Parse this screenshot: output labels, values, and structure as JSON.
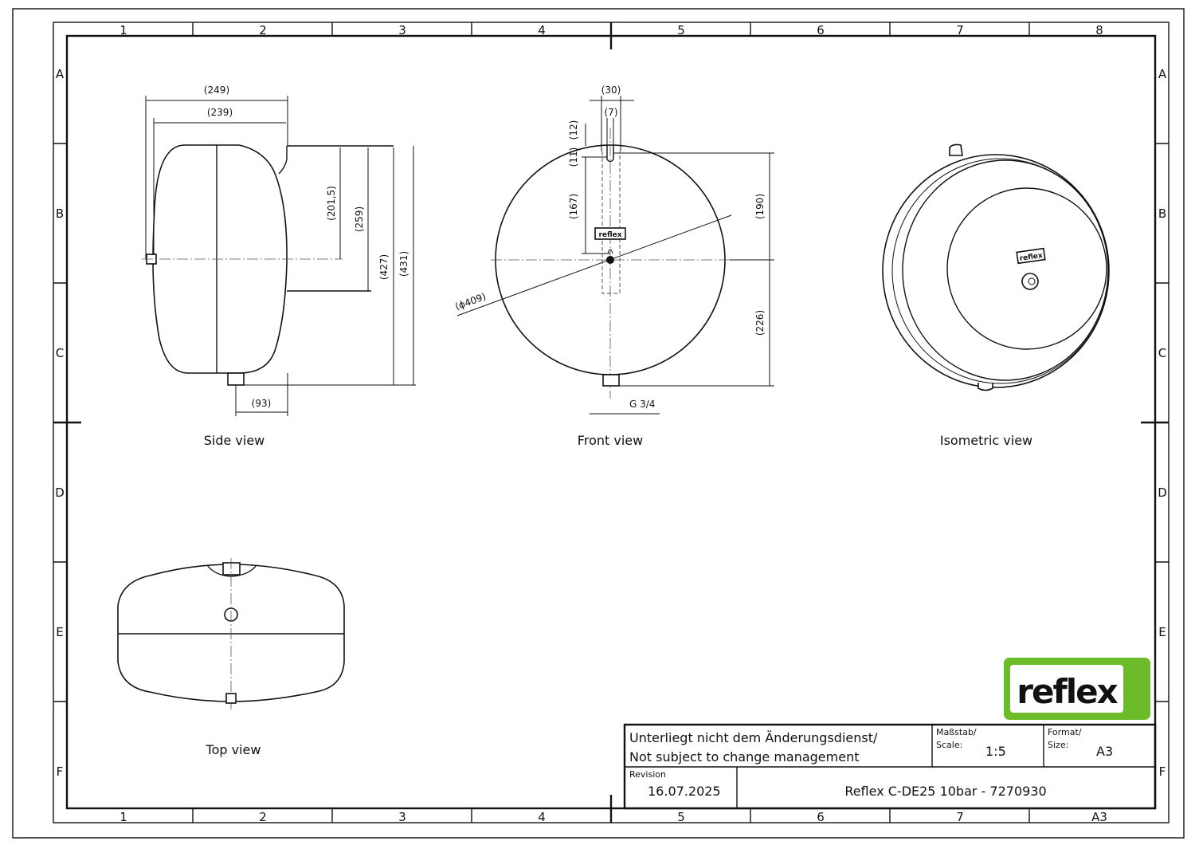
{
  "grid": {
    "columns": [
      "1",
      "2",
      "3",
      "4",
      "5",
      "6",
      "7",
      "8"
    ],
    "rows": [
      "A",
      "B",
      "C",
      "D",
      "E",
      "F"
    ],
    "bottom_last_label": "A3"
  },
  "views": {
    "side": {
      "label": "Side view",
      "dims": {
        "w249": "(249)",
        "w239": "(239)",
        "h2015": "(201,5)",
        "h259": "(259)",
        "h427": "(427)",
        "h431": "(431)",
        "w93": "(93)"
      }
    },
    "front": {
      "label": "Front view",
      "logo_text": "reflex",
      "dims": {
        "w30": "(30)",
        "w7": "(7)",
        "h12": "(12)",
        "h11": "(11)",
        "h167": "(167)",
        "h190": "(190)",
        "h226": "(226)",
        "dia409": "(ϕ409)",
        "thread": "G 3/4"
      }
    },
    "isometric": {
      "label": "Isometric view",
      "logo_text": "reflex"
    },
    "top": {
      "label": "Top view"
    }
  },
  "logo": {
    "text": "reflex",
    "color": "#6cbb2a"
  },
  "title_block": {
    "note_de": "Unterliegt nicht dem Änderungsdienst/",
    "note_en": "Not subject to change management",
    "scale_label": "Maßstab/",
    "scale_label_en": "Scale:",
    "scale_value": "1:5",
    "format_label": "Format/",
    "format_label_en": "Size:",
    "format_value": "A3",
    "revision_label": "Revision",
    "revision_value": "16.07.2025",
    "title": "Reflex C-DE25 10bar - 7270930"
  }
}
